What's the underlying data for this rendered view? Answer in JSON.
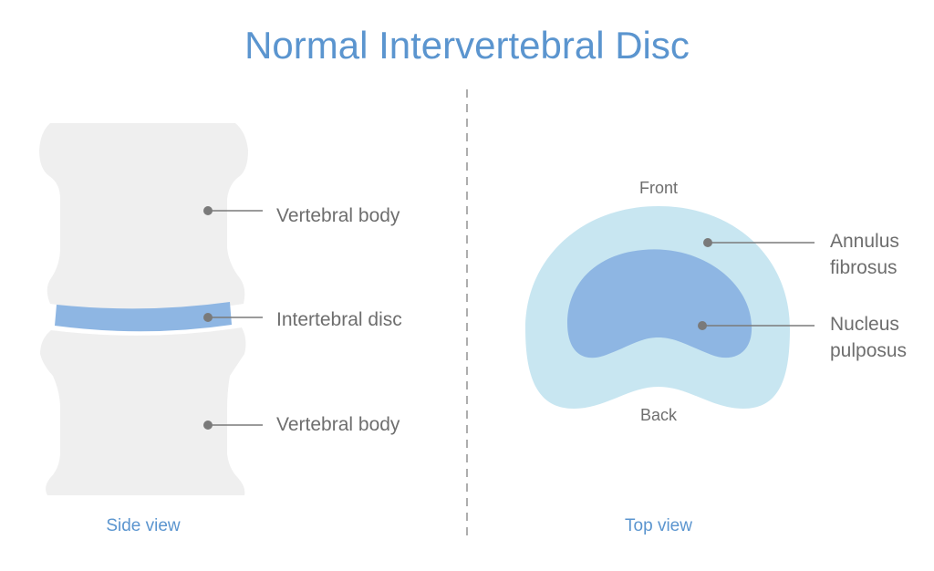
{
  "title": "Normal Intervertebral Disc",
  "colors": {
    "title": "#5b95cf",
    "bone": "#efefef",
    "disc": "#8eb6e3",
    "annulus": "#c8e6f1",
    "nucleus": "#8eb6e3",
    "leader": "#7a7a7a",
    "label_text": "#6e6e6e",
    "divider": "#9a9a9a"
  },
  "side_view": {
    "caption": "Side view",
    "labels": {
      "upper_vertebra": "Vertebral body",
      "disc": "Intertebral disc",
      "lower_vertebra": "Vertebral body"
    }
  },
  "top_view": {
    "caption": "Top view",
    "orientation": {
      "front": "Front",
      "back": "Back"
    },
    "labels": {
      "annulus_line1": "Annulus",
      "annulus_line2": "fibrosus",
      "nucleus_line1": "Nucleus",
      "nucleus_line2": "pulposus"
    }
  }
}
